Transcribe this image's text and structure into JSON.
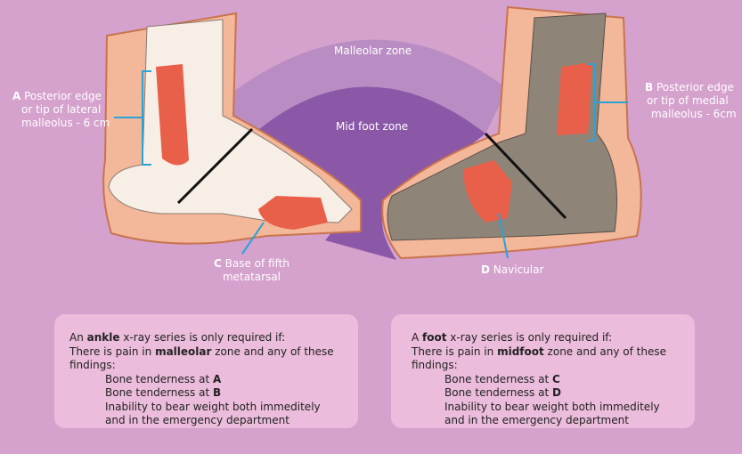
{
  "zones": {
    "malleolar": "Malleolar zone",
    "midfoot": "Mid foot zone"
  },
  "labels": {
    "a": {
      "letter": "A",
      "text1": "Posterior edge",
      "text2": "or tip of lateral",
      "text3": "malleolus - 6 cm"
    },
    "b": {
      "letter": "B",
      "text1": "Posterior edge",
      "text2": "or tip of medial",
      "text3": "malleolus - 6cm"
    },
    "c": {
      "letter": "C",
      "text1": "Base of fifth",
      "text2": "metatarsal"
    },
    "d": {
      "letter": "D",
      "text1": "Navicular"
    }
  },
  "ankle_box": {
    "l1a": "An ",
    "l1b": "ankle",
    "l1c": " x-ray series is only required if:",
    "l2a": "There is pain in ",
    "l2b": "malleolar",
    "l2c": " zone and any of these findings:",
    "l3a": "Bone tenderness at ",
    "l3b": "A",
    "l4a": "Bone tenderness at ",
    "l4b": "B",
    "l5": "Inability to bear weight both immeditely",
    "l6": "and in the emergency department"
  },
  "foot_box": {
    "l1a": "A ",
    "l1b": "foot",
    "l1c": " x-ray series is only required if:",
    "l2a": "There is pain in ",
    "l2b": "midfoot",
    "l2c": " zone and any of these findings:",
    "l3a": "Bone tenderness at ",
    "l3b": "C",
    "l4a": "Bone tenderness at ",
    "l4b": "D",
    "l5": "Inability to bear weight both immeditely",
    "l6": "and in the emergency department"
  },
  "colors": {
    "background": "#d5a1cd",
    "malleolar_zone": "#b98dc3",
    "midfoot_zone": "#8b58a8",
    "tenderness": "#e9604a",
    "skin": "#f3b79a",
    "pointer": "#2aa3d8"
  }
}
